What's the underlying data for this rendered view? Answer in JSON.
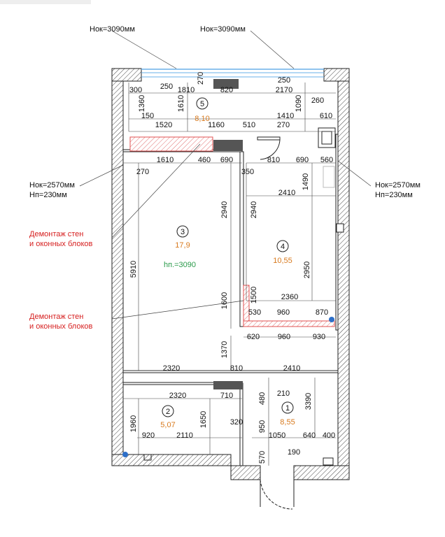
{
  "window_labels": {
    "top_left": "Нок=3090мм",
    "top_right": "Нок=3090мм",
    "left_ok": "Нок=2570мм",
    "left_np": "Нп=230мм",
    "right_ok": "Нок=2570мм",
    "right_np": "Нп=230мм"
  },
  "notes": {
    "demolish_1_line1": "Демонтаж стен",
    "demolish_1_line2": "и оконных блоков",
    "demolish_2_line1": "Демонтаж стен",
    "demolish_2_line2": "и оконных блоков"
  },
  "ceiling_height": "hп.=3090",
  "rooms": [
    {
      "number": "5",
      "area": "8,10"
    },
    {
      "number": "3",
      "area": "17,9"
    },
    {
      "number": "4",
      "area": "10,55"
    },
    {
      "number": "2",
      "area": "5,07"
    },
    {
      "number": "1",
      "area": "8,55"
    }
  ],
  "dims": {
    "d270_top": "270",
    "d250_top": "250",
    "d300": "300",
    "d250_left": "250",
    "d1810": "1810",
    "d820": "820",
    "d2170": "2170",
    "d1360": "1360",
    "d1610_v": "1610",
    "d1090": "1090",
    "d260": "260",
    "d150": "150",
    "d1410": "1410",
    "d610": "610",
    "d1520": "1520",
    "d1160": "1160",
    "d510": "510",
    "d270_mid": "270",
    "d1610_h": "1610",
    "d460": "460",
    "d690_a": "690",
    "d810_a": "810",
    "d690_b": "690",
    "d560": "560",
    "d270_left": "270",
    "d350": "350",
    "d1490": "1490",
    "d2410_a": "2410",
    "d2940_a": "2940",
    "d2940_b": "2940",
    "d5910": "5910",
    "d2950": "2950",
    "d1600": "1600",
    "d1500": "1500",
    "d2360": "2360",
    "d530": "530",
    "d960_a": "960",
    "d870": "870",
    "d620": "620",
    "d960_b": "960",
    "d930": "930",
    "d1370": "1370",
    "d2320_a": "2320",
    "d810_b": "810",
    "d2410_b": "2410",
    "d2320_b": "2320",
    "d710": "710",
    "d210": "210",
    "d480": "480",
    "d3390": "3390",
    "d1960": "1960",
    "d1650": "1650",
    "d320": "320",
    "d950": "950",
    "d920": "920",
    "d2110": "2110",
    "d1050": "1050",
    "d640": "640",
    "d400": "400",
    "d570": "570",
    "d190": "190"
  }
}
